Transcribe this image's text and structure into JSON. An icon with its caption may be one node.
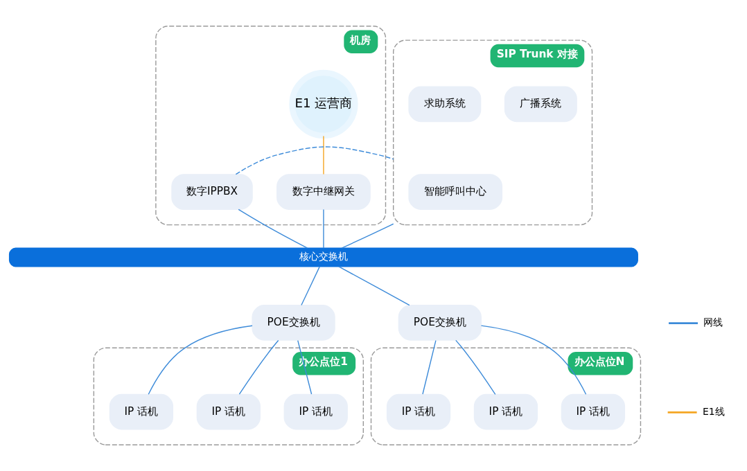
{
  "diagram": {
    "nodes": [
      {
        "text": [
          "机房"
        ]
      },
      {
        "text": [
          "E1 运营商"
        ],
        "in": 0
      },
      {
        "text": [
          "数字中继网关"
        ],
        "in": 0
      },
      {
        "text": [
          "数字IPPBX"
        ],
        "in": 0
      },
      {
        "text": [
          "SIP Trunk 对接"
        ]
      },
      {
        "text": [
          "广播系统"
        ],
        "in": 4
      },
      {
        "text": [
          "智能呼叫中心"
        ],
        "in": 4
      },
      {
        "text": [
          "求助系统"
        ],
        "in": 4
      },
      {
        "text": [
          "核心交换机"
        ]
      },
      {
        "text": [
          "POE交换机"
        ]
      },
      {
        "text": [
          "POE交换机"
        ]
      },
      {
        "text": [
          "办公点位1"
        ]
      },
      {
        "text": [
          "IP 话机"
        ],
        "in": 11
      },
      {
        "text": [
          "IP 话机"
        ],
        "in": 11
      },
      {
        "text": [
          "IP 话机"
        ],
        "in": 11
      },
      {
        "text": [
          "办公点位N"
        ]
      },
      {
        "text": [
          "IP 话机"
        ],
        "in": 15
      },
      {
        "text": [
          "IP 话机"
        ],
        "in": 15
      },
      {
        "text": [
          "IP 话机"
        ],
        "in": 15
      }
    ],
    "edges": [
      {
        "from": 1,
        "to": 2,
        "arrow": "none",
        "color": "#f5a623"
      },
      {
        "from": 2,
        "to": 8,
        "arrow": "none"
      },
      {
        "from": 3,
        "to": 8,
        "arrow": "none"
      },
      {
        "from": 3,
        "to": 4,
        "arrow": "none",
        "style": "dashed"
      },
      {
        "from": 4,
        "to": 8,
        "arrow": "none"
      },
      {
        "from": 8,
        "to": 9,
        "arrow": "none"
      },
      {
        "from": 8,
        "to": 10,
        "arrow": "none"
      },
      {
        "from": 9,
        "to": 12,
        "arrow": "none"
      },
      {
        "from": 9,
        "to": 13,
        "arrow": "none"
      },
      {
        "from": 9,
        "to": 14,
        "arrow": "none"
      },
      {
        "from": 10,
        "to": 16,
        "arrow": "none"
      },
      {
        "from": 10,
        "to": 17,
        "arrow": "none"
      },
      {
        "from": 10,
        "to": 18,
        "arrow": "none"
      }
    ],
    "legend": [
      {
        "text": "网线"
      },
      {
        "text": "E1线"
      }
    ]
  }
}
